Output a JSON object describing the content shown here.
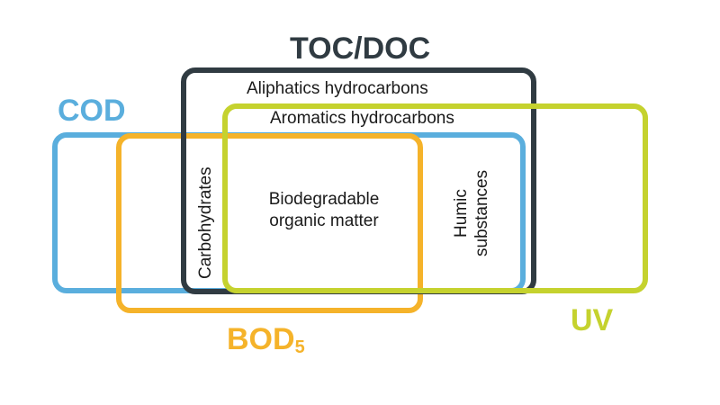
{
  "colors": {
    "cod": "#5aaedd",
    "bod": "#f5b32a",
    "toc": "#303b42",
    "uv": "#c5d22e"
  },
  "labels": {
    "toc": "TOC/DOC",
    "cod": "COD",
    "bod_main": "BOD",
    "bod_sub": "5",
    "uv": "UV"
  },
  "inner_text": {
    "aliphatic": "Aliphatics hydrocarbons",
    "aromatic": "Aromatics hydrocarbons",
    "carbohydrates": "Carbohydrates",
    "biodegradable": "Biodegradable organic matter",
    "humic": "Humic substances"
  }
}
